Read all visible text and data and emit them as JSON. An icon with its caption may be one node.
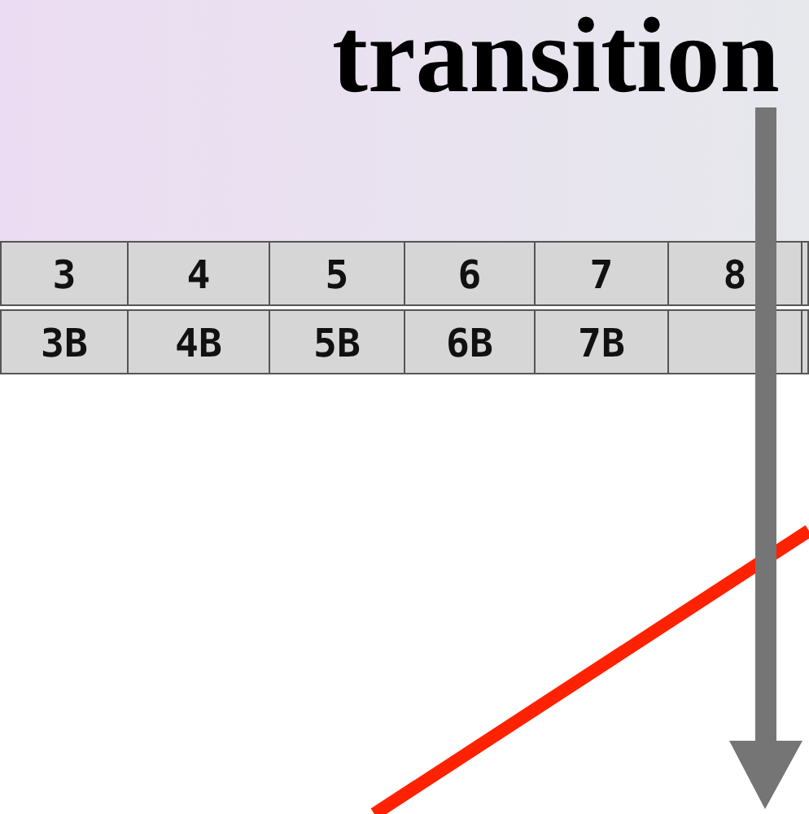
{
  "diagram": {
    "labels": [
      "transition",
      "3",
      "4",
      "5",
      "6",
      "7",
      "8",
      "3B",
      "4B",
      "5B",
      "6B",
      "7B"
    ]
  }
}
